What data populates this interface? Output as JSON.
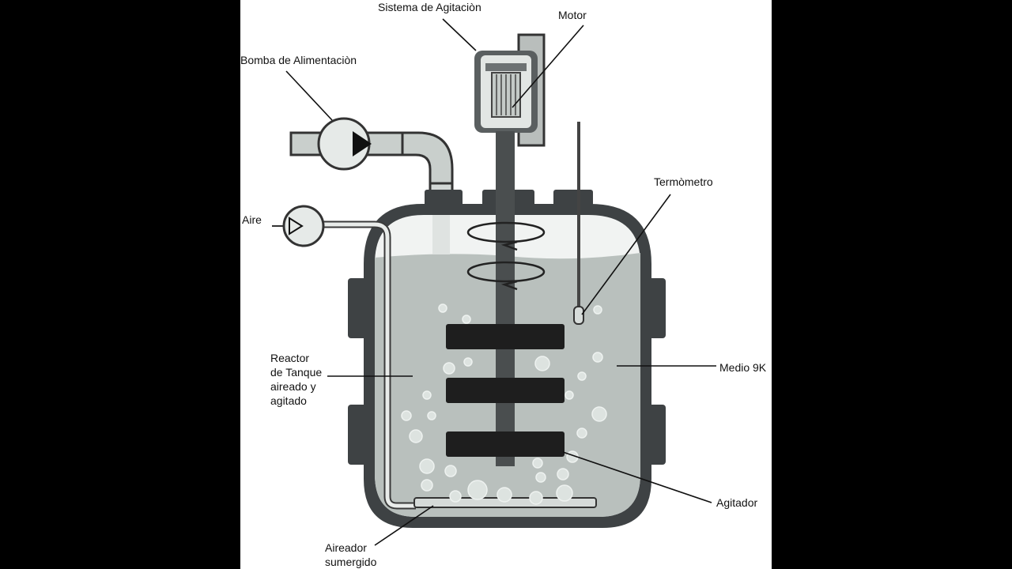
{
  "labels": {
    "sistema_agitacion": "Sistema de Agitaciòn",
    "motor": "Motor",
    "bomba_alimentacion": "Bomba de Alimentaciòn",
    "termometro": "Termòmetro",
    "aire": "Aire",
    "reactor": "Reactor\nde Tanque\naireado y\nagitado",
    "medio": "Medio 9K",
    "agitador": "Agitador",
    "aireador": "Aireador\nsumergido"
  },
  "colors": {
    "outer_background": "#000000",
    "panel_background": "#ffffff",
    "vessel_wall": "#3e4244",
    "liquid": "#b9c0bd",
    "headspace": "#f1f3f2",
    "pipe": "#c9cfcc",
    "impeller": "#1e1e1e"
  }
}
